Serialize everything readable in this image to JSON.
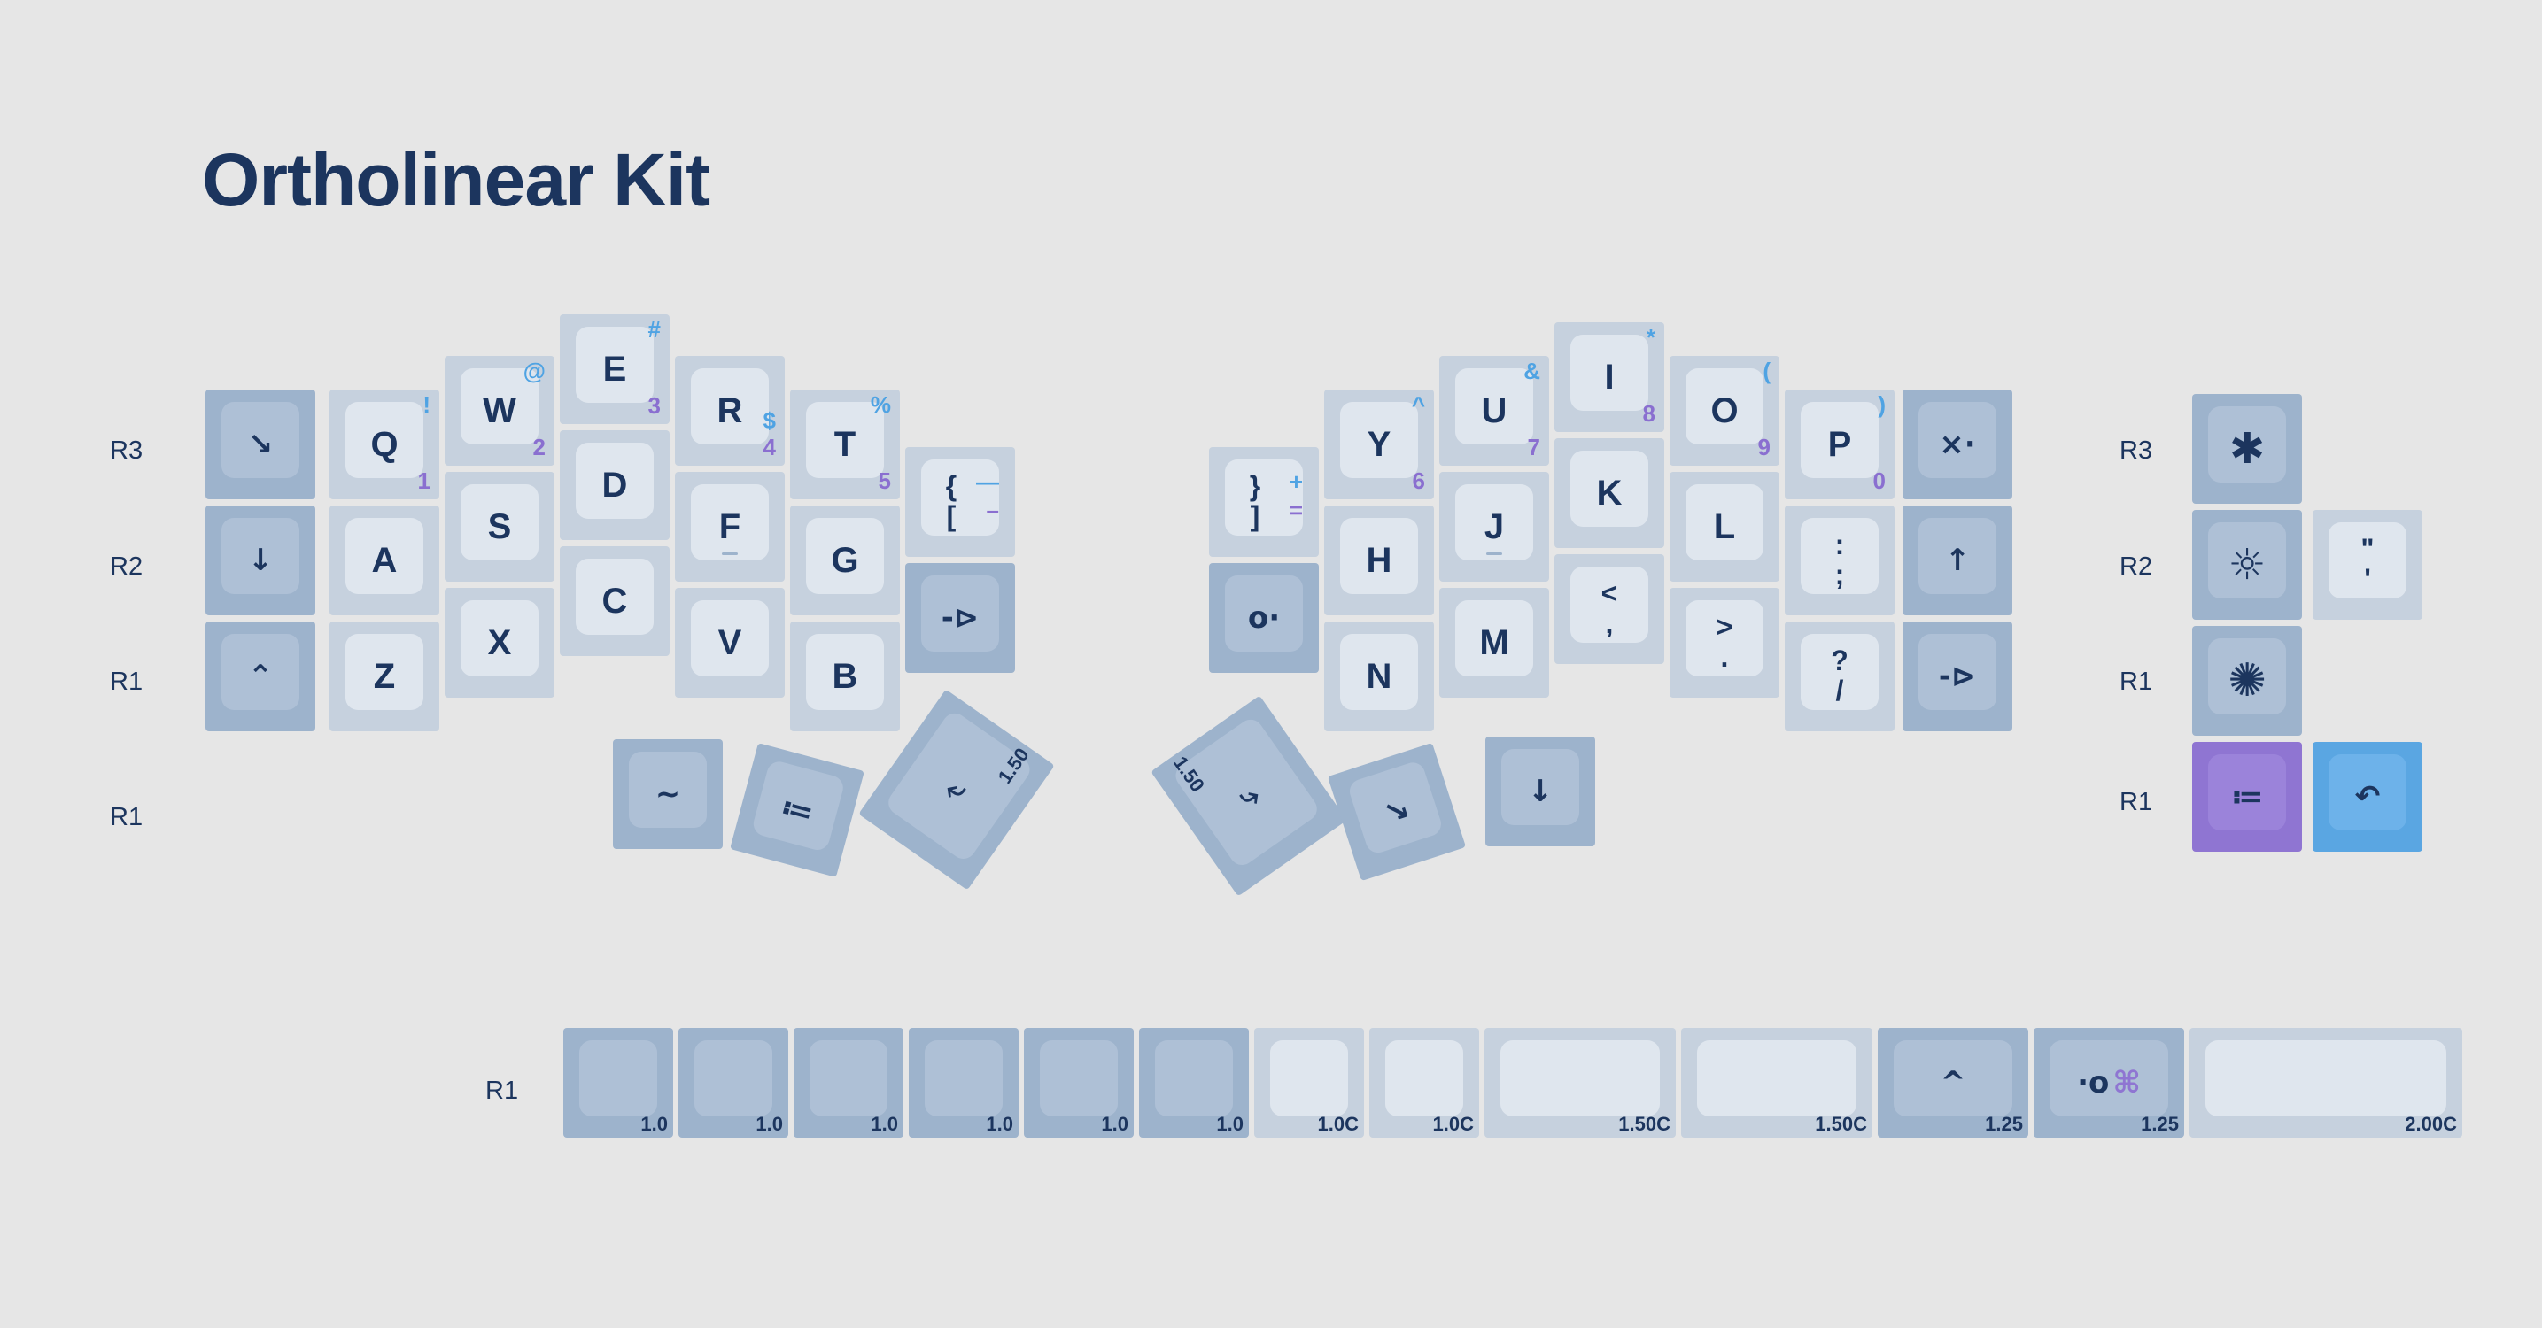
{
  "title": "Ortholinear Kit",
  "colors": {
    "background": "#e6e6e6",
    "title": "#1c355e",
    "key_light": "#c6d1de",
    "key_mid": "#9db3cc",
    "accent_purple": "#8f75d2",
    "accent_blue": "#5aa6e2",
    "sub_blue": "#4fa3e3",
    "sub_purple": "#8a6fd0"
  },
  "row_labels": {
    "left_r3": "R3",
    "left_r2": "R2",
    "left_r1": "R1",
    "left_thumb": "R1",
    "right_r3": "R3",
    "right_r2": "R2",
    "right_r1": "R1",
    "right_thumb": "R1",
    "bottom": "R1"
  },
  "left_alpha": {
    "q": {
      "main": "Q",
      "top": "!",
      "bottom": "1"
    },
    "w": {
      "main": "W",
      "top": "@",
      "bottom": "2"
    },
    "e": {
      "main": "E",
      "top": "#",
      "bottom": "3"
    },
    "r": {
      "main": "R",
      "top": "$",
      "bottom": "4"
    },
    "t": {
      "main": "T",
      "top": "%",
      "bottom": "5"
    },
    "a": "A",
    "s": "S",
    "d": "D",
    "f": "F",
    "g": "G",
    "z": "Z",
    "x": "X",
    "c": "C",
    "v": "V",
    "b": "B",
    "brace": {
      "top": "{",
      "bottom": "[",
      "shift_top": "—",
      "shift_bottom": "–"
    }
  },
  "right_alpha": {
    "y": {
      "main": "Y",
      "top": "^",
      "bottom": "6"
    },
    "u": {
      "main": "U",
      "top": "&",
      "bottom": "7"
    },
    "i": {
      "main": "I",
      "top": "*",
      "bottom": "8"
    },
    "o": {
      "main": "O",
      "top": "(",
      "bottom": "9"
    },
    "p": {
      "main": "P",
      "top": ")",
      "bottom": "0"
    },
    "h": "H",
    "j": "J",
    "k": "K",
    "l": "L",
    "semicolon": {
      "top": ":",
      "bottom": ";"
    },
    "n": "N",
    "m": "M",
    "comma": {
      "top": "<",
      "bottom": ","
    },
    "period": {
      "top": ">",
      "bottom": "."
    },
    "slash": {
      "top": "?",
      "bottom": "/"
    },
    "brace": {
      "top": "}",
      "bottom": "]",
      "shift_top": "+",
      "shift_bottom": "="
    }
  },
  "extras": {
    "quote": {
      "top": "\"",
      "bottom": "'"
    }
  },
  "icons": {
    "left_col_r3": "diagonal-arrow-icon",
    "left_col_r2": "arrow-down-icon",
    "left_col_r1": "caret-up-icon",
    "right_col_r3": "close-icon",
    "right_col_r2": "arrow-up-icon",
    "right_col_r1": "tab-right-icon",
    "asterisk": "asterisk-icon",
    "sun_small": "brightness-low-icon",
    "sun_large": "brightness-high-icon"
  },
  "thumb_sizes": {
    "left_150": "1.50",
    "right_150": "1.50"
  },
  "bottom_row": [
    {
      "size": "1.0",
      "style": "mid",
      "legend": ""
    },
    {
      "size": "1.0",
      "style": "mid",
      "legend": ""
    },
    {
      "size": "1.0",
      "style": "mid",
      "legend": ""
    },
    {
      "size": "1.0",
      "style": "mid",
      "legend": ""
    },
    {
      "size": "1.0",
      "style": "mid",
      "legend": ""
    },
    {
      "size": "1.0",
      "style": "mid",
      "legend": ""
    },
    {
      "size": "1.0C",
      "style": "light",
      "legend": ""
    },
    {
      "size": "1.0C",
      "style": "light",
      "legend": ""
    },
    {
      "size": "1.50C",
      "style": "light",
      "legend": ""
    },
    {
      "size": "1.50C",
      "style": "light",
      "legend": ""
    },
    {
      "size": "1.25",
      "style": "mid",
      "legend": "^"
    },
    {
      "size": "1.25",
      "style": "mid",
      "legend": "·o",
      "accent": "⌘"
    },
    {
      "size": "2.00C",
      "style": "light",
      "legend": ""
    }
  ]
}
